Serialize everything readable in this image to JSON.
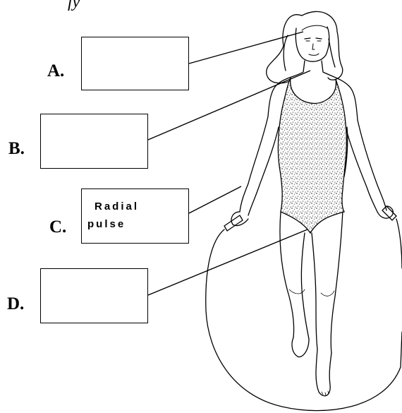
{
  "header_fragment": "fy",
  "labels": {
    "a": {
      "letter": "A.",
      "answer": ""
    },
    "b": {
      "letter": "B.",
      "answer": ""
    },
    "c": {
      "letter": "C.",
      "answer_line1": "Radial",
      "answer_line2": "pulse"
    },
    "d": {
      "letter": "D.",
      "answer": ""
    }
  },
  "colors": {
    "ink": "#000000",
    "background": "#ffffff",
    "shading": "#7a7a7a"
  }
}
